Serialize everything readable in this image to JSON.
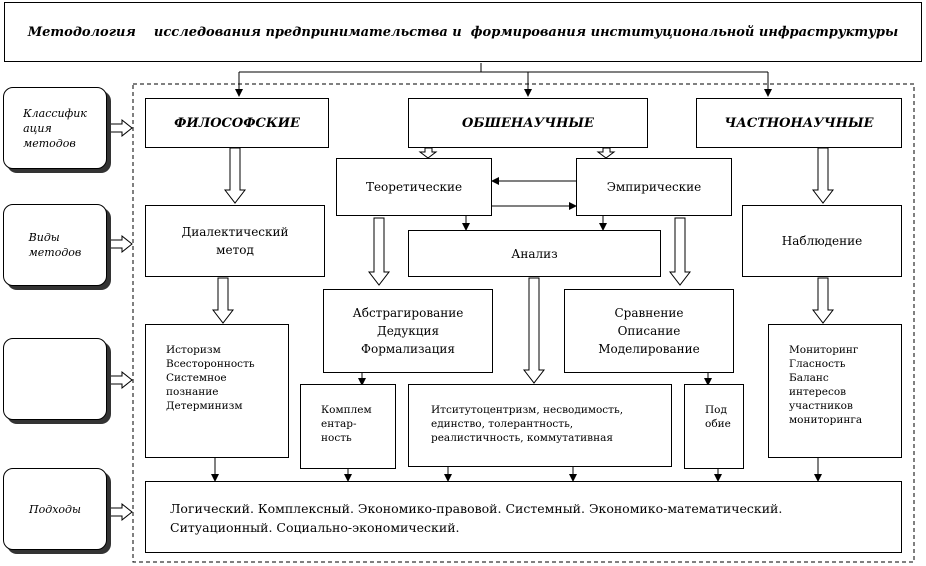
{
  "title": "Методология    исследования предпринимательства и  формирования институциональной инфраструктуры",
  "side_labels": {
    "classification": "Классифик\nация\nметодов",
    "types": "Виды\nметодов",
    "empty": "",
    "approaches": "Подходы"
  },
  "headers": {
    "philosophical": "ФИЛОСОФСКИЕ",
    "general_scientific": "ОБШЕНАУЧНЫЕ",
    "specific_scientific": "ЧАСТНОНАУЧНЫЕ"
  },
  "types": {
    "theoretical": "Теоретические",
    "empirical": "Эмпирические",
    "dialectical": "Диалектический\nметод",
    "analysis": "Анализ",
    "observation": "Наблюдение"
  },
  "methods": {
    "abstraction": "Абстрагирование\nДедукция\nФормализация",
    "comparison": "Сравнение\nОписание\nМоделирование"
  },
  "principles": {
    "philosophical": "Историзм\nВсесторонность\nСистемное\nпознание\nДетерминизм",
    "complementarity": "Комплем\nентар-\nность",
    "institutional": "Итситутоцентризм, несводимость,\nединство, толерантность,\nреалистичность, коммутативная",
    "similarity": "Под\nобие",
    "monitoring": "Мониторинг\nГласность\nБаланс\nинтересов\nучастников\nмониторинга"
  },
  "approaches_text": "Логический. Комплексный. Экономико-правовой. Системный. Экономико-математический.\nСитуационный. Социально-экономический."
}
